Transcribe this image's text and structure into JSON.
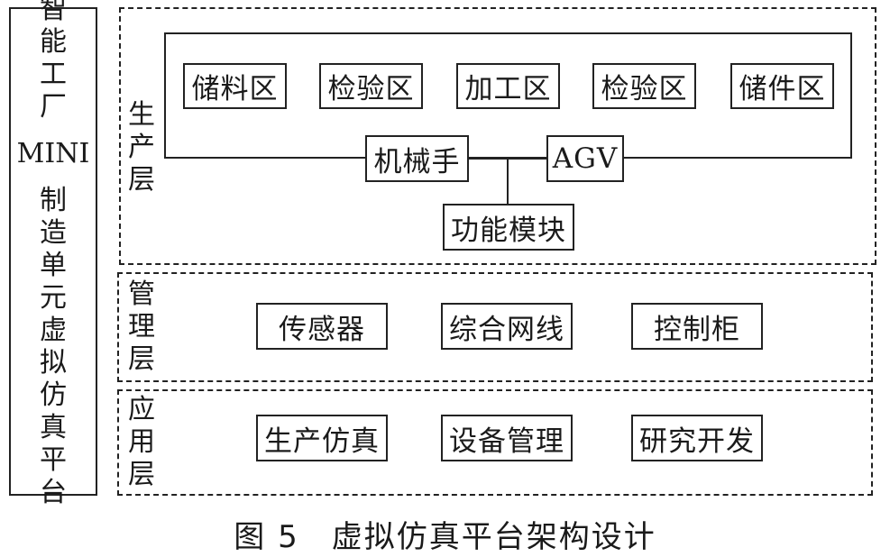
{
  "platform": {
    "title_top": [
      "智",
      "能",
      "工",
      "厂"
    ],
    "title_mid": "MINI",
    "title_bottom": [
      "制",
      "造",
      "单",
      "元",
      "虚",
      "拟",
      "仿",
      "真",
      "平",
      "台"
    ]
  },
  "layers": {
    "production": {
      "label": [
        "生",
        "产",
        "层"
      ],
      "areas": [
        "储料区",
        "检验区",
        "加工区",
        "检验区",
        "储件区"
      ],
      "robot": "机械手",
      "agv": "AGV",
      "module": "功能模块"
    },
    "management": {
      "label": [
        "管",
        "理",
        "层"
      ],
      "items": [
        "传感器",
        "综合网线",
        "控制柜"
      ]
    },
    "application": {
      "label": [
        "应",
        "用",
        "层"
      ],
      "items": [
        "生产仿真",
        "设备管理",
        "研究开发"
      ]
    }
  },
  "caption": "图 5　虚拟仿真平台架构设计"
}
